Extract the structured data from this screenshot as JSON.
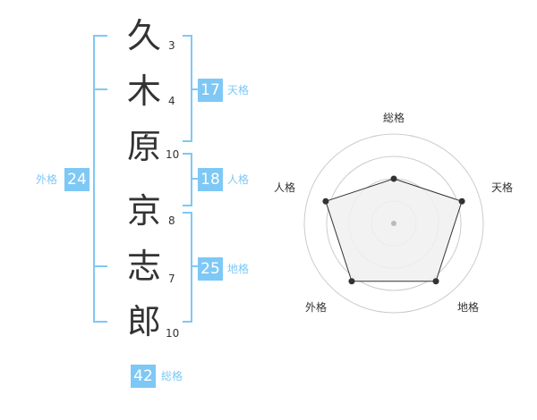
{
  "chars": [
    {
      "ch": "久",
      "strokes": "3"
    },
    {
      "ch": "木",
      "strokes": "4"
    },
    {
      "ch": "原",
      "strokes": "10"
    },
    {
      "ch": "京",
      "strokes": "8"
    },
    {
      "ch": "志",
      "strokes": "7"
    },
    {
      "ch": "郎",
      "strokes": "10"
    }
  ],
  "tenkaku": {
    "value": "17",
    "label": "天格"
  },
  "jinkaku": {
    "value": "18",
    "label": "人格"
  },
  "chikaku": {
    "value": "25",
    "label": "地格"
  },
  "gaikaku": {
    "value": "24",
    "label": "外格"
  },
  "soukaku": {
    "value": "42",
    "label": "総格"
  },
  "chart_data": {
    "type": "radar",
    "axes": [
      "総格",
      "天格",
      "地格",
      "外格",
      "人格"
    ],
    "values": [
      0.5,
      0.8,
      0.8,
      0.8,
      0.8
    ],
    "rings": 4,
    "colors": {
      "accent": "#7ec8f5",
      "line": "#333333",
      "fill": "#f0f0f0",
      "ring": "#cccccc"
    }
  }
}
